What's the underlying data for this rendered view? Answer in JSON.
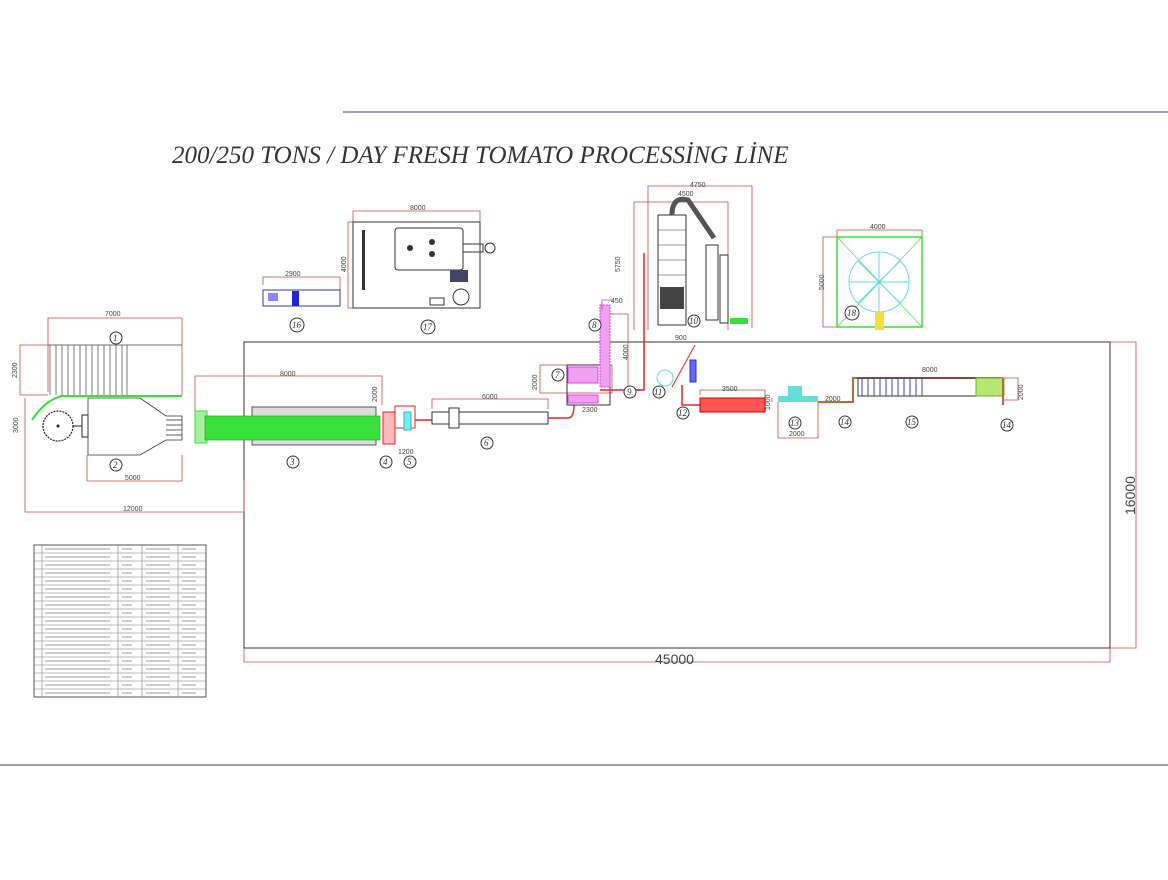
{
  "title": "200/250   TONS / DAY FRESH TOMATO PROCESSİNG LİNE",
  "colors": {
    "frame": "#3a3f7a",
    "dimension": "#c84b4b",
    "conveyor": "#3ae03a",
    "pump": "#e040e0",
    "outline": "#333333"
  },
  "overall_dims": {
    "length": "45000",
    "width": "16000"
  },
  "dims": {
    "d7000": "7000",
    "d2300": "2300",
    "d3000": "3000",
    "d5000": "5000",
    "d12000": "12000",
    "d8000a": "8000",
    "d2000a": "2000",
    "d1200": "1200",
    "d6000": "6000",
    "d2000b": "2000",
    "d2300b": "2300",
    "d450": "450",
    "d4000": "4000",
    "d5750": "5750",
    "d4750": "4750",
    "d4500": "4500",
    "d900": "900",
    "d3500": "3500",
    "d1000": "1000",
    "d2000c": "2000",
    "d2000d": "2000",
    "d8000b": "8000",
    "d2000e": "2000",
    "d4000b": "4000",
    "d5000b": "5000",
    "d8000c": "8000",
    "d4000c": "4000",
    "d2900": "2900"
  },
  "callouts": [
    "1",
    "2",
    "3",
    "4",
    "5",
    "6",
    "7",
    "8",
    "9",
    "10",
    "11",
    "12",
    "13",
    "14",
    "15",
    "16",
    "17",
    "18",
    "14"
  ]
}
